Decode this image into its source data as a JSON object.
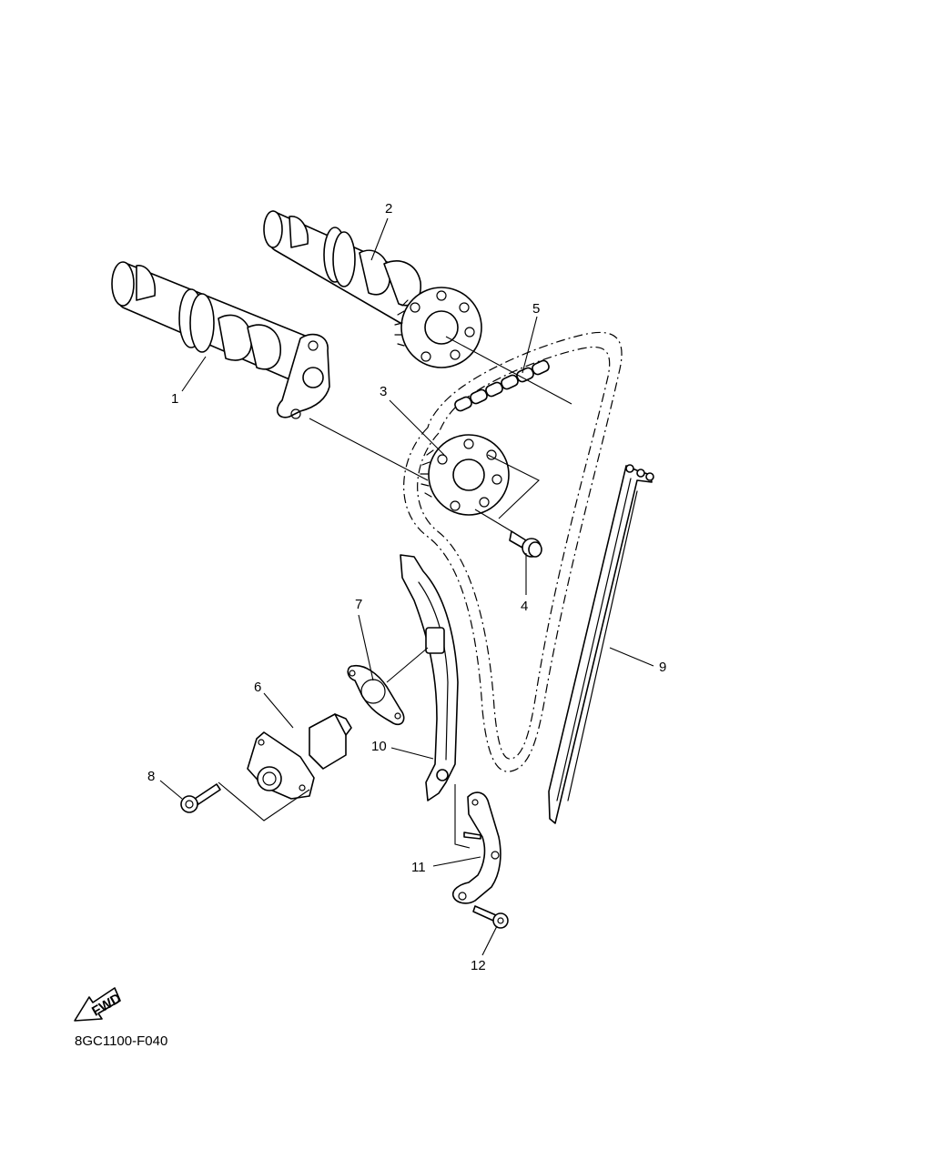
{
  "diagram": {
    "callouts": [
      {
        "id": "callout-1",
        "label": "1"
      },
      {
        "id": "callout-2",
        "label": "2"
      },
      {
        "id": "callout-3",
        "label": "3"
      },
      {
        "id": "callout-4",
        "label": "4"
      },
      {
        "id": "callout-5",
        "label": "5"
      },
      {
        "id": "callout-6",
        "label": "6"
      },
      {
        "id": "callout-7",
        "label": "7"
      },
      {
        "id": "callout-8",
        "label": "8"
      },
      {
        "id": "callout-9",
        "label": "9"
      },
      {
        "id": "callout-10",
        "label": "10"
      },
      {
        "id": "callout-11",
        "label": "11"
      },
      {
        "id": "callout-12",
        "label": "12"
      }
    ],
    "fwd_label": "FWD",
    "figure_code": "8GC1100-F040"
  }
}
